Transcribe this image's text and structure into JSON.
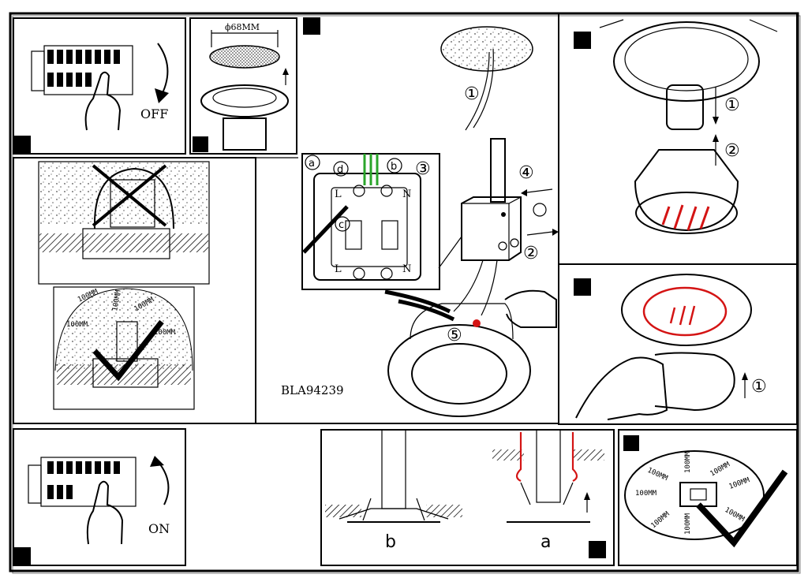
{
  "labels": {
    "off": "OFF",
    "on": "ON",
    "diameter": "ϕ68MM",
    "model": "BLA94239",
    "wire_a": "a",
    "wire_b": "b",
    "wire_c": "c",
    "wire_d": "d",
    "terminal_L": "L",
    "terminal_N": "N",
    "step_1": "①",
    "step_2": "②",
    "step_3": "③",
    "step_4": "④",
    "step_5": "⑤",
    "clearance": "100MM",
    "mount_a": "a",
    "mount_b": "b"
  },
  "colors": {
    "ink": "#000000",
    "accent_red": "#d41414",
    "wire_green": "#2aa52a",
    "paper": "#ffffff"
  },
  "icons": [
    "breaker-switch-icon",
    "hand-icon",
    "rotate-arrow-icon",
    "cross-mark-icon",
    "check-mark-icon",
    "corner-marker-icon"
  ]
}
